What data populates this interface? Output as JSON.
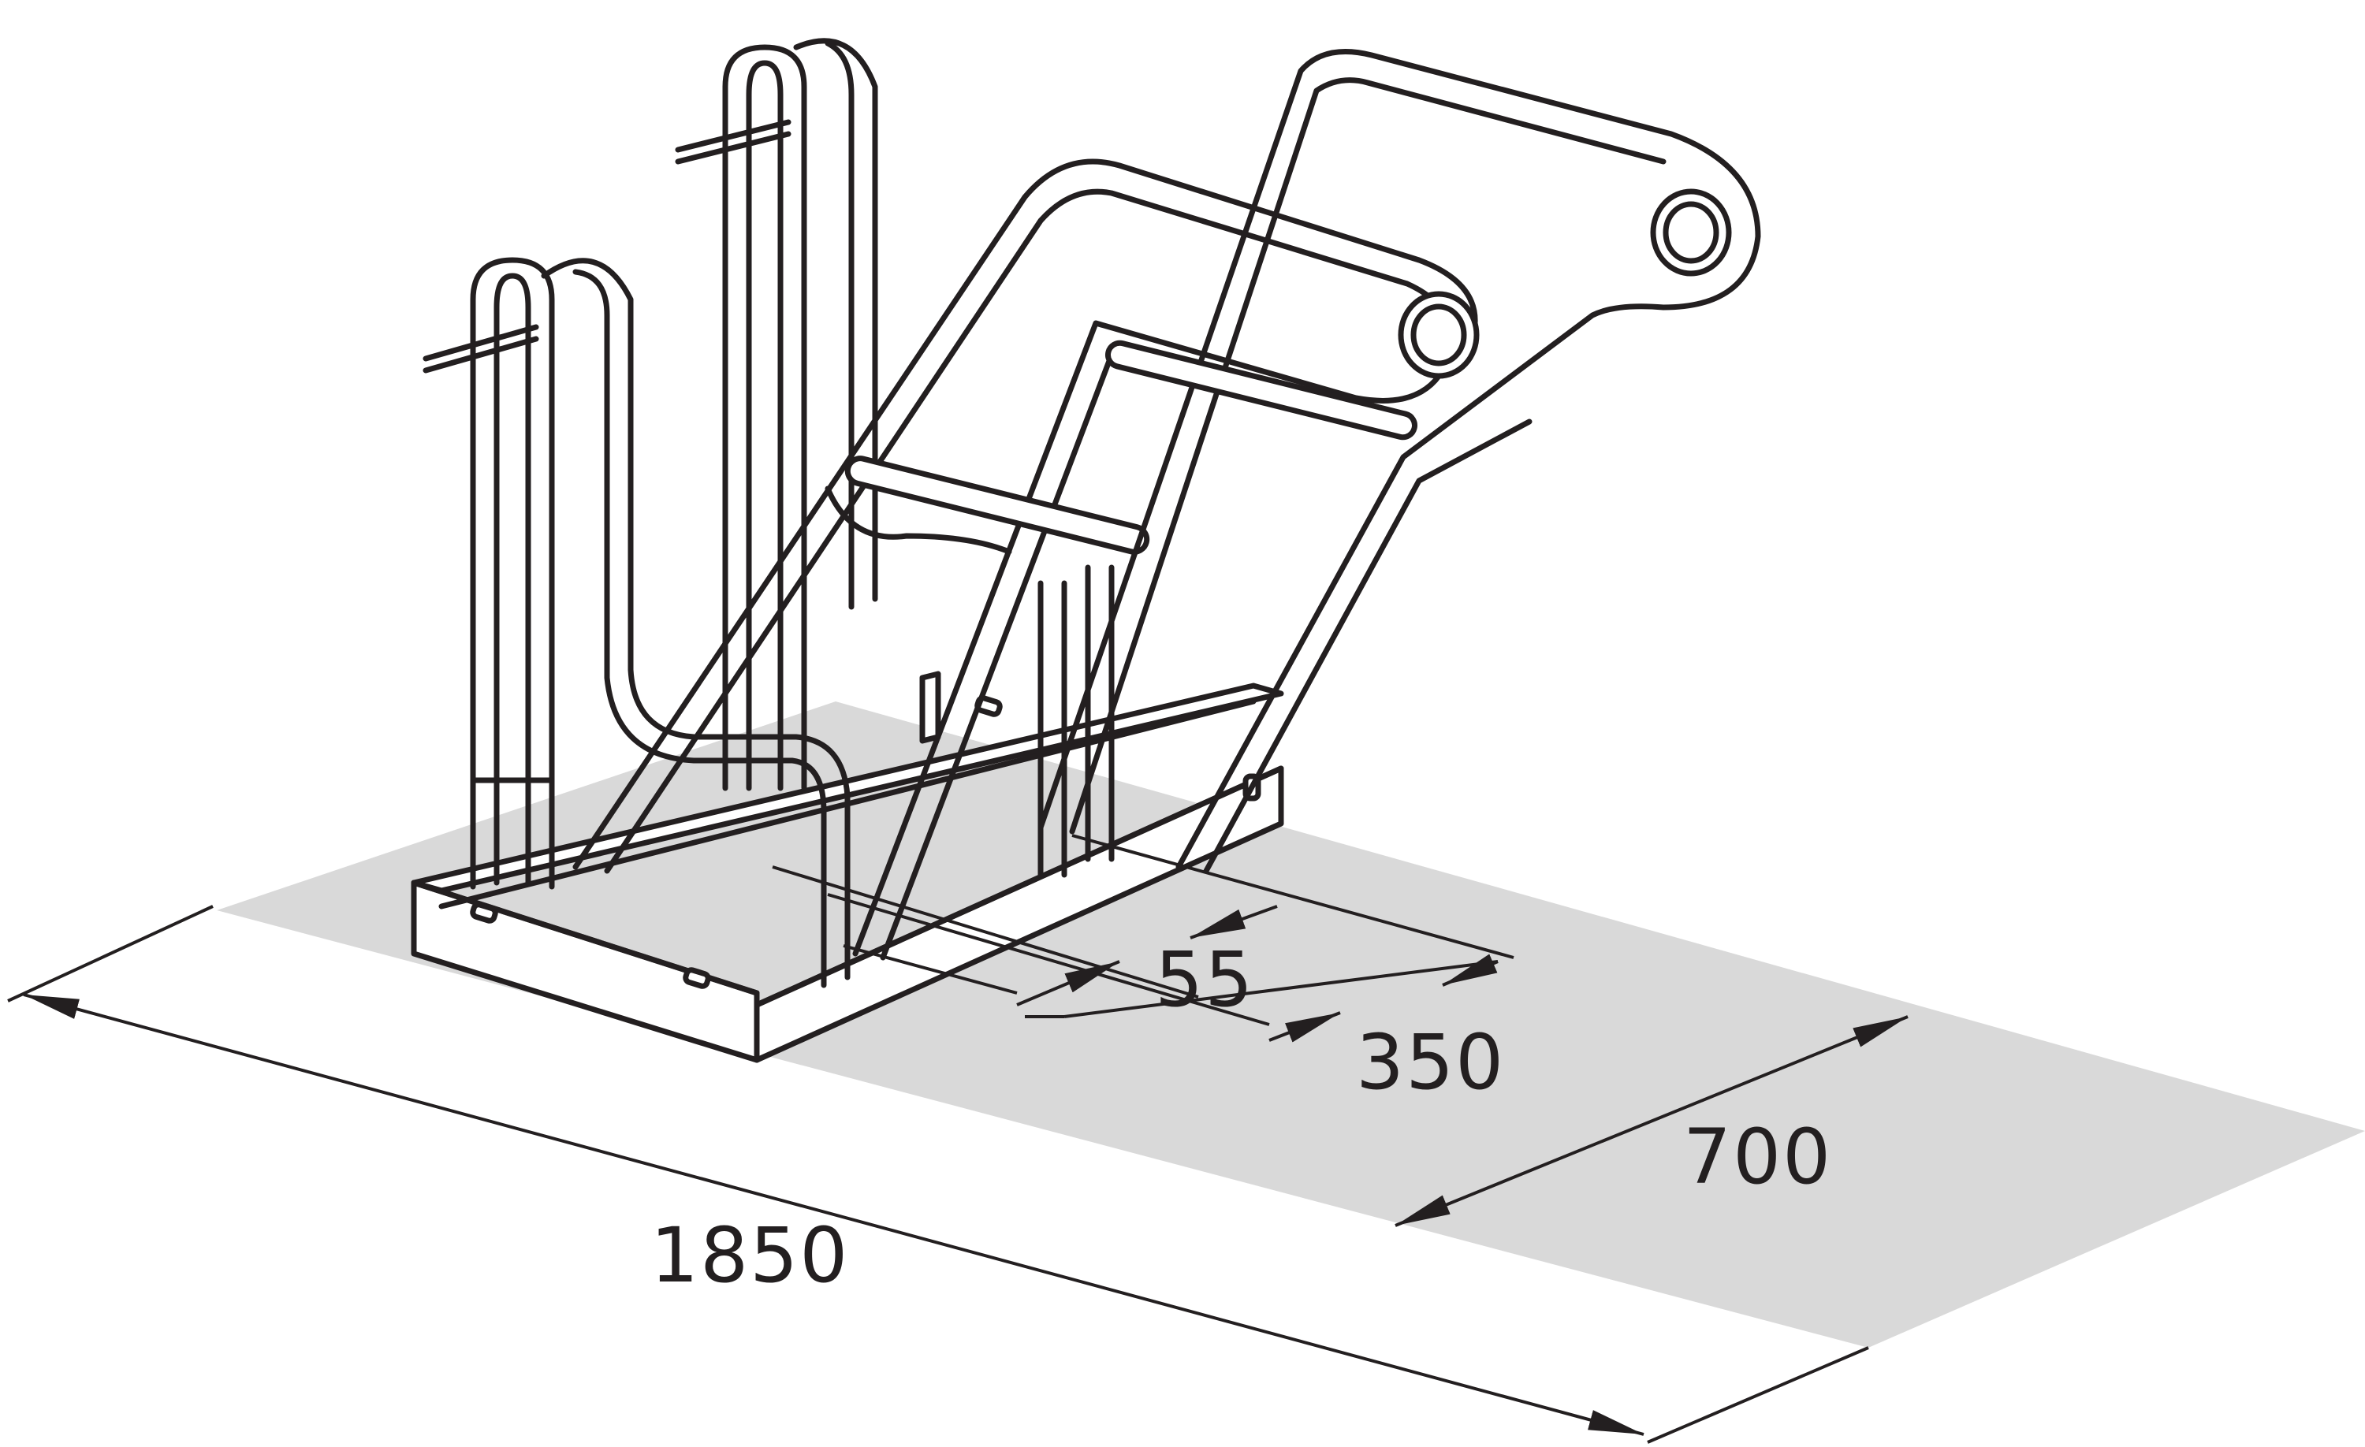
{
  "dimensions": {
    "total_length": "1850",
    "depth": "700",
    "spacing_offset": "350",
    "tube_gap": "55"
  },
  "colors": {
    "line": "#231f20",
    "footprint": "#d9d9d9",
    "background": "#ffffff"
  }
}
